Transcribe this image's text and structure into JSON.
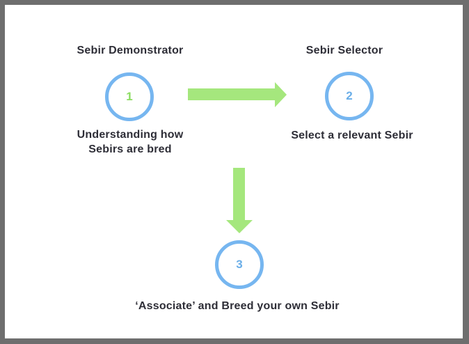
{
  "diagram": {
    "type": "flow-diagram",
    "steps": [
      {
        "number": "1",
        "title": "Sebir Demonstrator",
        "caption_line1": "Understanding how",
        "caption_line2": "Sebirs are bred"
      },
      {
        "number": "2",
        "title": "Sebir Selector",
        "caption_line1": "Select a relevant Sebir"
      },
      {
        "number": "3",
        "caption_line1": "‘Associate’ and Breed your own Sebir"
      }
    ],
    "connectors": [
      {
        "from": "1",
        "to": "2",
        "direction": "right",
        "icon": "arrow-right-icon"
      },
      {
        "from": "2",
        "to": "3",
        "direction": "down",
        "icon": "arrow-down-icon"
      }
    ]
  },
  "colors": {
    "frame-color": "#6e6e6e",
    "circle-blue": "#76b6f0",
    "arrow-green": "#a5e77d",
    "number-green": "#8cdd61",
    "number-blue": "#6aaee8",
    "text-dark": "#2e2e37",
    "canvas-bg": "#ffffff"
  }
}
